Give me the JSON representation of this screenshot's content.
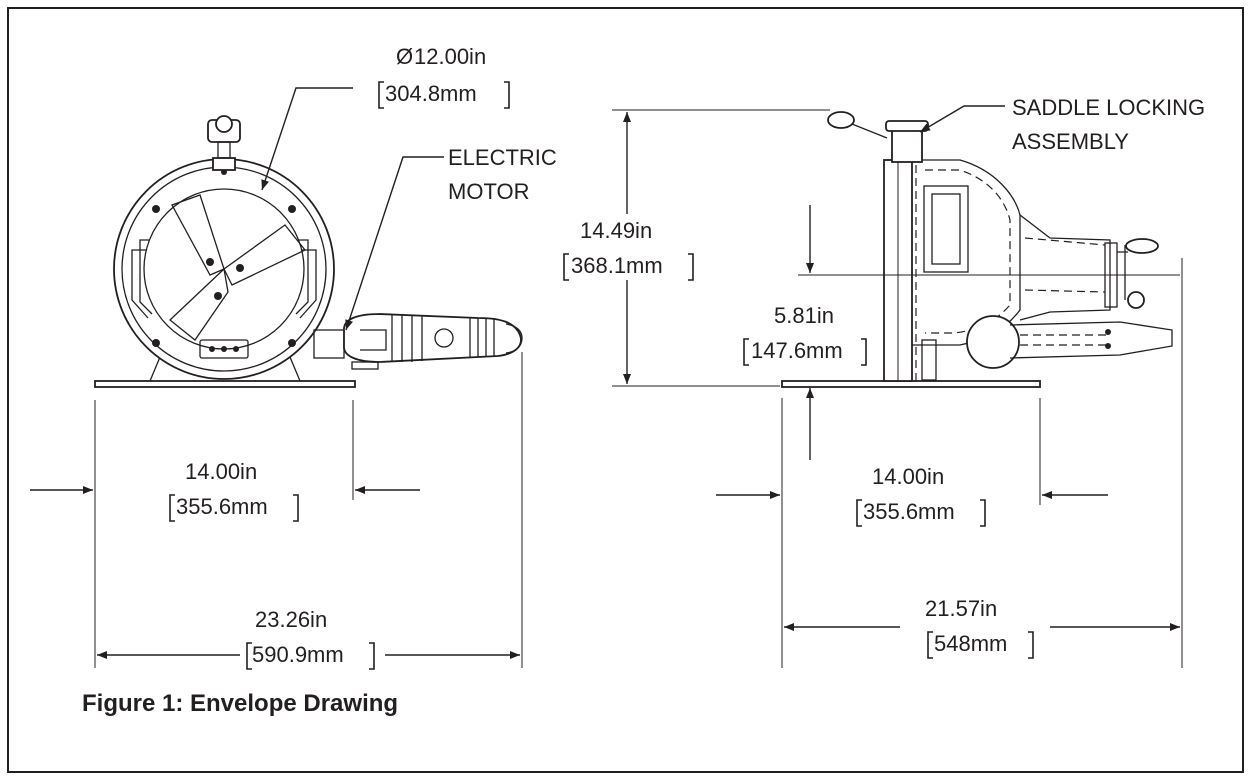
{
  "caption": "Figure 1: Envelope Drawing",
  "front_view": {
    "diameter": {
      "symbol": "Ø",
      "inch": "12.00in",
      "mm": "304.8mm"
    },
    "motor_label": [
      "ELECTRIC",
      "MOTOR"
    ],
    "base_width": {
      "inch": "14.00in",
      "mm": "355.6mm"
    },
    "overall_width": {
      "inch": "23.26in",
      "mm": "590.9mm"
    }
  },
  "side_view": {
    "saddle_label": [
      "SADDLE LOCKING",
      "ASSEMBLY"
    ],
    "height": {
      "inch": "14.49in",
      "mm": "368.1mm"
    },
    "center_height": {
      "inch": "5.81in",
      "mm": "147.6mm"
    },
    "base_width": {
      "inch": "14.00in",
      "mm": "355.6mm"
    },
    "overall_width": {
      "inch": "21.57in",
      "mm": "548mm"
    }
  },
  "colors": {
    "ink": "#231f20",
    "background": "#ffffff"
  }
}
